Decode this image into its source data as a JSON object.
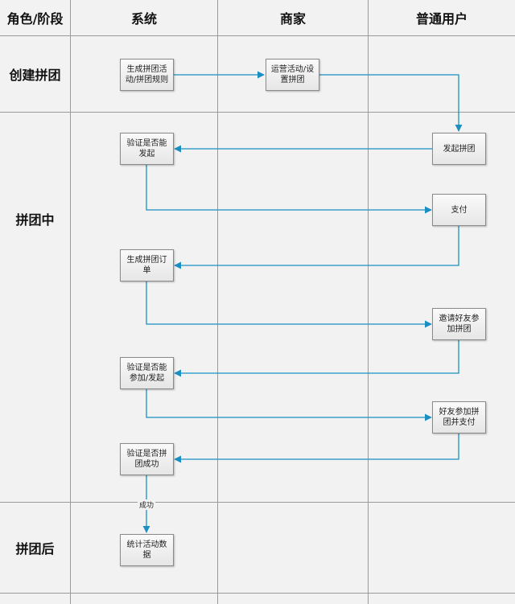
{
  "header": {
    "role_stage": "角色/阶段",
    "lane_system": "系统",
    "lane_merchant": "商家",
    "lane_user": "普通用户"
  },
  "stages": {
    "create": "创建拼团",
    "during": "拼团中",
    "after": "拼团后"
  },
  "nodes": {
    "gen_rules": "生成拼团活动/拼团规则",
    "operate_settings": "运营活动/设置拼团",
    "start_group": "发起拼团",
    "verify_start": "验证是否能发起",
    "pay": "支付",
    "gen_order": "生成拼团订单",
    "invite": "邀请好友参加拼团",
    "verify_join": "验证是否能参加/发起",
    "friend_join_pay": "好友参加拼团并支付",
    "verify_success": "验证是否拼团成功",
    "stats": "统计活动数据"
  },
  "edge_labels": {
    "success": "成功"
  },
  "colors": {
    "background": "#f2f2f2",
    "grid_line": "#9a9a9a",
    "arrow": "#1a8fc1",
    "node_border": "#8a8a8a"
  }
}
